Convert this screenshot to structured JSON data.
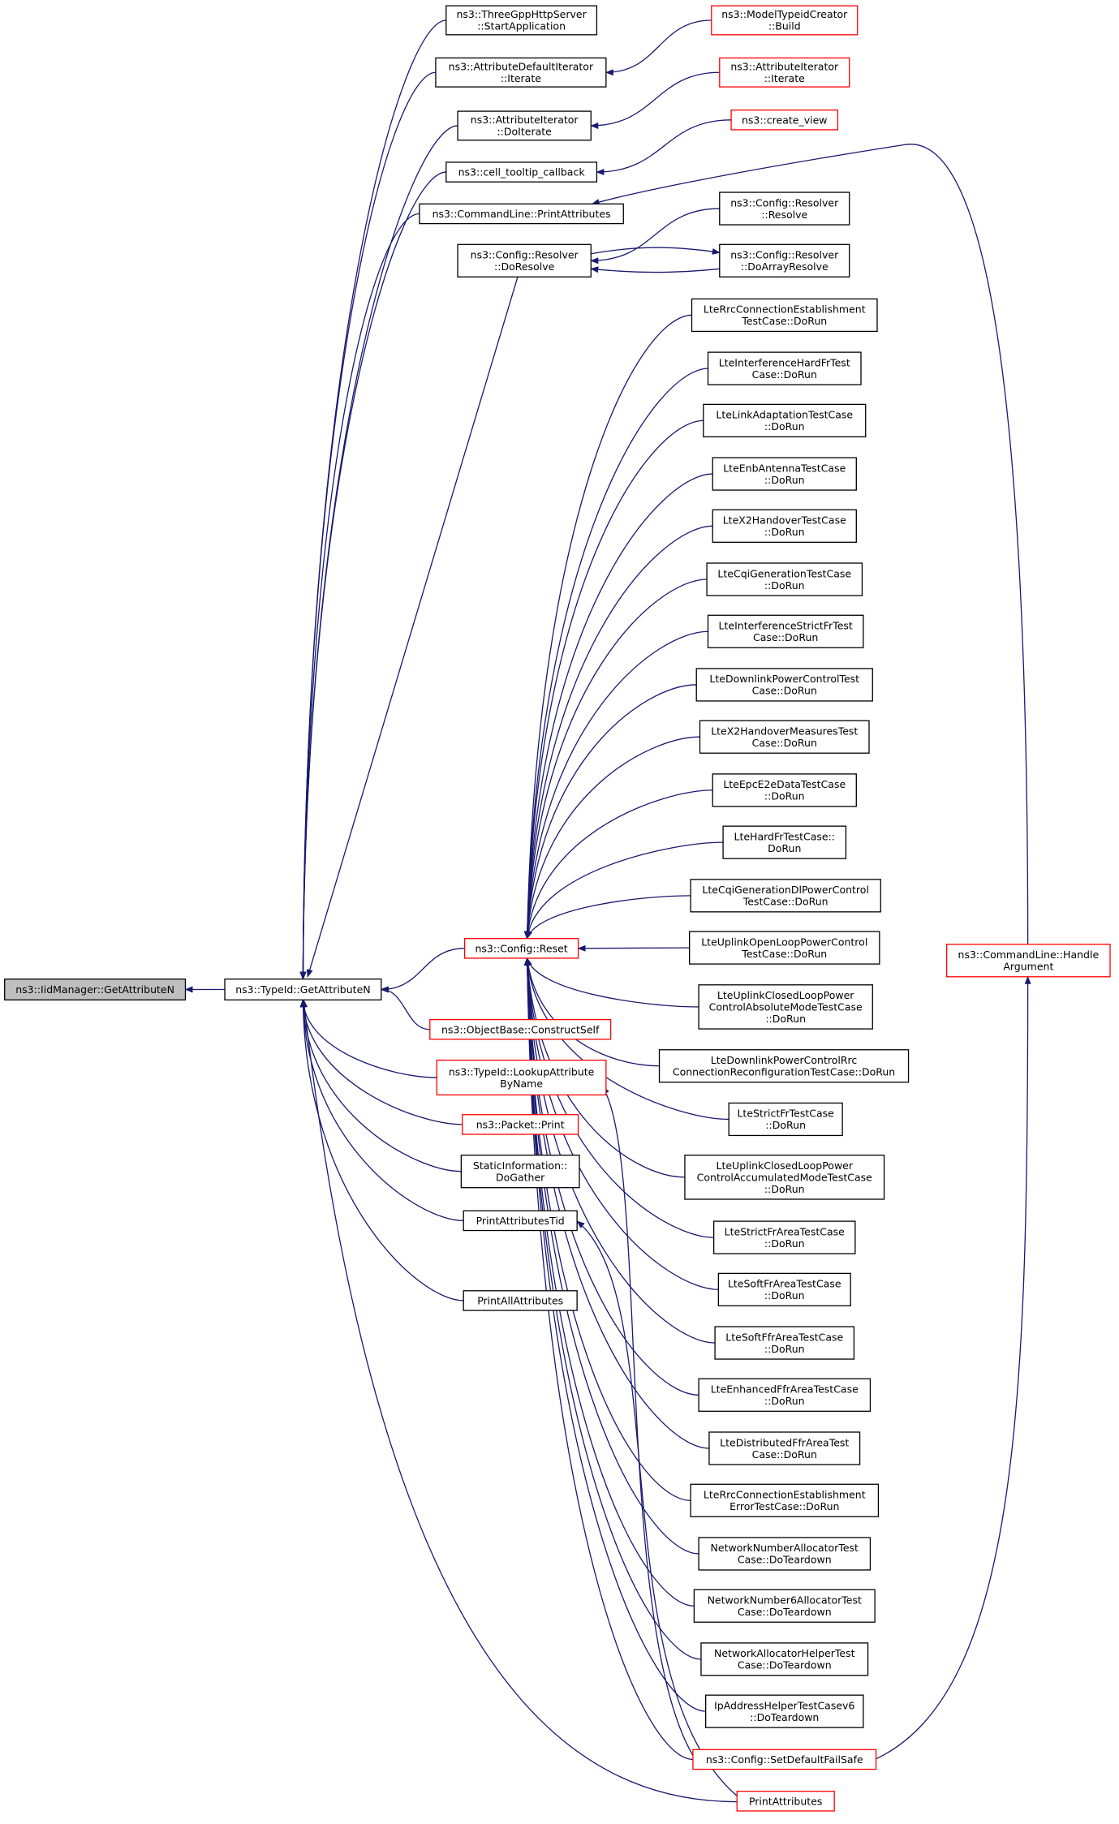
{
  "colors": {
    "edge": "#191970",
    "box_border": "#000000",
    "truncated_border": "#ff0000",
    "root_fill": "#bfbfbf",
    "box_fill": "#ffffff",
    "text": "#000000"
  },
  "nodes": [
    {
      "id": "root",
      "lines": [
        "ns3::IidManager::GetAttributeN"
      ],
      "style": "root"
    },
    {
      "id": "getattrn",
      "lines": [
        "ns3::TypeId::GetAttributeN"
      ],
      "style": "normal"
    },
    {
      "id": "threegpp",
      "lines": [
        "ns3::ThreeGppHttpServer",
        "::StartApplication"
      ],
      "style": "normal"
    },
    {
      "id": "attrdefit",
      "lines": [
        "ns3::AttributeDefaultIterator",
        "::Iterate"
      ],
      "style": "normal"
    },
    {
      "id": "attrit_doit",
      "lines": [
        "ns3::AttributeIterator",
        "::DoIterate"
      ],
      "style": "normal"
    },
    {
      "id": "celltooltip",
      "lines": [
        "ns3::cell_tooltip_callback"
      ],
      "style": "normal"
    },
    {
      "id": "cmdprint",
      "lines": [
        "ns3::CommandLine::PrintAttributes"
      ],
      "style": "normal"
    },
    {
      "id": "doresolve",
      "lines": [
        "ns3::Config::Resolver",
        "::DoResolve"
      ],
      "style": "normal"
    },
    {
      "id": "modeltypeid",
      "lines": [
        "ns3::ModelTypeidCreator",
        "::Build"
      ],
      "style": "truncated"
    },
    {
      "id": "attrit_it",
      "lines": [
        "ns3::AttributeIterator",
        "::Iterate"
      ],
      "style": "truncated"
    },
    {
      "id": "createview",
      "lines": [
        "ns3::create_view"
      ],
      "style": "truncated"
    },
    {
      "id": "resolve",
      "lines": [
        "ns3::Config::Resolver",
        "::Resolve"
      ],
      "style": "normal"
    },
    {
      "id": "doarray",
      "lines": [
        "ns3::Config::Resolver",
        "::DoArrayResolve"
      ],
      "style": "normal"
    },
    {
      "id": "handlearg",
      "lines": [
        "ns3::CommandLine::Handle",
        "Argument"
      ],
      "style": "truncated"
    },
    {
      "id": "reset",
      "lines": [
        "ns3::Config::Reset"
      ],
      "style": "truncated"
    },
    {
      "id": "constructself",
      "lines": [
        "ns3::ObjectBase::ConstructSelf"
      ],
      "style": "truncated"
    },
    {
      "id": "lookupattr",
      "lines": [
        "ns3::TypeId::LookupAttribute",
        "ByName"
      ],
      "style": "truncated"
    },
    {
      "id": "packetprint",
      "lines": [
        "ns3::Packet::Print"
      ],
      "style": "truncated"
    },
    {
      "id": "staticinfo",
      "lines": [
        "StaticInformation::",
        "DoGather"
      ],
      "style": "normal"
    },
    {
      "id": "printattrtid",
      "lines": [
        "PrintAttributesTid"
      ],
      "style": "normal"
    },
    {
      "id": "printallattr",
      "lines": [
        "PrintAllAttributes"
      ],
      "style": "normal"
    },
    {
      "id": "t1",
      "lines": [
        "LteRrcConnectionEstablishment",
        "TestCase::DoRun"
      ],
      "style": "normal"
    },
    {
      "id": "t2",
      "lines": [
        "LteInterferenceHardFrTest",
        "Case::DoRun"
      ],
      "style": "normal"
    },
    {
      "id": "t3",
      "lines": [
        "LteLinkAdaptationTestCase",
        "::DoRun"
      ],
      "style": "normal"
    },
    {
      "id": "t4",
      "lines": [
        "LteEnbAntennaTestCase",
        "::DoRun"
      ],
      "style": "normal"
    },
    {
      "id": "t5",
      "lines": [
        "LteX2HandoverTestCase",
        "::DoRun"
      ],
      "style": "normal"
    },
    {
      "id": "t6",
      "lines": [
        "LteCqiGenerationTestCase",
        "::DoRun"
      ],
      "style": "normal"
    },
    {
      "id": "t7",
      "lines": [
        "LteInterferenceStrictFrTest",
        "Case::DoRun"
      ],
      "style": "normal"
    },
    {
      "id": "t8",
      "lines": [
        "LteDownlinkPowerControlTest",
        "Case::DoRun"
      ],
      "style": "normal"
    },
    {
      "id": "t9",
      "lines": [
        "LteX2HandoverMeasuresTest",
        "Case::DoRun"
      ],
      "style": "normal"
    },
    {
      "id": "t10",
      "lines": [
        "LteEpcE2eDataTestCase",
        "::DoRun"
      ],
      "style": "normal"
    },
    {
      "id": "t11",
      "lines": [
        "LteHardFrTestCase::",
        "DoRun"
      ],
      "style": "normal"
    },
    {
      "id": "t12",
      "lines": [
        "LteCqiGenerationDlPowerControl",
        "TestCase::DoRun"
      ],
      "style": "normal"
    },
    {
      "id": "t13",
      "lines": [
        "LteUplinkOpenLoopPowerControl",
        "TestCase::DoRun"
      ],
      "style": "normal"
    },
    {
      "id": "t14",
      "lines": [
        "LteUplinkClosedLoopPower",
        "ControlAbsoluteModeTestCase",
        "::DoRun"
      ],
      "style": "normal"
    },
    {
      "id": "t15",
      "lines": [
        "LteDownlinkPowerControlRrc",
        "ConnectionReconfigurationTestCase::DoRun"
      ],
      "style": "normal"
    },
    {
      "id": "t16",
      "lines": [
        "LteStrictFrTestCase",
        "::DoRun"
      ],
      "style": "normal"
    },
    {
      "id": "t17",
      "lines": [
        "LteUplinkClosedLoopPower",
        "ControlAccumulatedModeTestCase",
        "::DoRun"
      ],
      "style": "normal"
    },
    {
      "id": "t18",
      "lines": [
        "LteStrictFrAreaTestCase",
        "::DoRun"
      ],
      "style": "normal"
    },
    {
      "id": "t19",
      "lines": [
        "LteSoftFrAreaTestCase",
        "::DoRun"
      ],
      "style": "normal"
    },
    {
      "id": "t20",
      "lines": [
        "LteSoftFfrAreaTestCase",
        "::DoRun"
      ],
      "style": "normal"
    },
    {
      "id": "t21",
      "lines": [
        "LteEnhancedFfrAreaTestCase",
        "::DoRun"
      ],
      "style": "normal"
    },
    {
      "id": "t22",
      "lines": [
        "LteDistributedFfrAreaTest",
        "Case::DoRun"
      ],
      "style": "normal"
    },
    {
      "id": "t23",
      "lines": [
        "LteRrcConnectionEstablishment",
        "ErrorTestCase::DoRun"
      ],
      "style": "normal"
    },
    {
      "id": "t24",
      "lines": [
        "NetworkNumberAllocatorTest",
        "Case::DoTeardown"
      ],
      "style": "normal"
    },
    {
      "id": "t25",
      "lines": [
        "NetworkNumber6AllocatorTest",
        "Case::DoTeardown"
      ],
      "style": "normal"
    },
    {
      "id": "t26",
      "lines": [
        "NetworkAllocatorHelperTest",
        "Case::DoTeardown"
      ],
      "style": "normal"
    },
    {
      "id": "t27",
      "lines": [
        "IpAddressHelperTestCasev6",
        "::DoTeardown"
      ],
      "style": "normal"
    },
    {
      "id": "setdefault",
      "lines": [
        "ns3::Config::SetDefaultFailSafe"
      ],
      "style": "truncated"
    },
    {
      "id": "printattributes",
      "lines": [
        "PrintAttributes"
      ],
      "style": "truncated"
    }
  ],
  "edges": [
    [
      "getattrn",
      "root"
    ],
    [
      "threegpp",
      "getattrn"
    ],
    [
      "attrdefit",
      "getattrn"
    ],
    [
      "attrit_doit",
      "getattrn"
    ],
    [
      "celltooltip",
      "getattrn"
    ],
    [
      "cmdprint",
      "getattrn"
    ],
    [
      "doresolve",
      "getattrn"
    ],
    [
      "reset",
      "getattrn"
    ],
    [
      "constructself",
      "getattrn"
    ],
    [
      "lookupattr",
      "getattrn"
    ],
    [
      "packetprint",
      "getattrn"
    ],
    [
      "staticinfo",
      "getattrn"
    ],
    [
      "printattrtid",
      "getattrn"
    ],
    [
      "printallattr",
      "getattrn"
    ],
    [
      "printattributes",
      "getattrn"
    ],
    [
      "modeltypeid",
      "attrdefit"
    ],
    [
      "attrit_it",
      "attrit_doit"
    ],
    [
      "createview",
      "celltooltip"
    ],
    [
      "handlearg",
      "cmdprint"
    ],
    [
      "resolve",
      "doresolve"
    ],
    [
      "doarray",
      "doresolve"
    ],
    [
      "doresolve",
      "doarray"
    ],
    [
      "t1",
      "reset"
    ],
    [
      "t2",
      "reset"
    ],
    [
      "t3",
      "reset"
    ],
    [
      "t4",
      "reset"
    ],
    [
      "t5",
      "reset"
    ],
    [
      "t6",
      "reset"
    ],
    [
      "t7",
      "reset"
    ],
    [
      "t8",
      "reset"
    ],
    [
      "t9",
      "reset"
    ],
    [
      "t10",
      "reset"
    ],
    [
      "t11",
      "reset"
    ],
    [
      "t12",
      "reset"
    ],
    [
      "t13",
      "reset"
    ],
    [
      "t14",
      "reset"
    ],
    [
      "t15",
      "reset"
    ],
    [
      "t16",
      "reset"
    ],
    [
      "t17",
      "reset"
    ],
    [
      "t18",
      "reset"
    ],
    [
      "t19",
      "reset"
    ],
    [
      "t20",
      "reset"
    ],
    [
      "t21",
      "reset"
    ],
    [
      "t22",
      "reset"
    ],
    [
      "t23",
      "reset"
    ],
    [
      "t24",
      "reset"
    ],
    [
      "t25",
      "reset"
    ],
    [
      "t26",
      "reset"
    ],
    [
      "t27",
      "reset"
    ],
    [
      "setdefault",
      "reset"
    ],
    [
      "setdefault",
      "lookupattr"
    ],
    [
      "printattributes",
      "printattrtid"
    ],
    [
      "setdefault",
      "handlearg"
    ]
  ]
}
